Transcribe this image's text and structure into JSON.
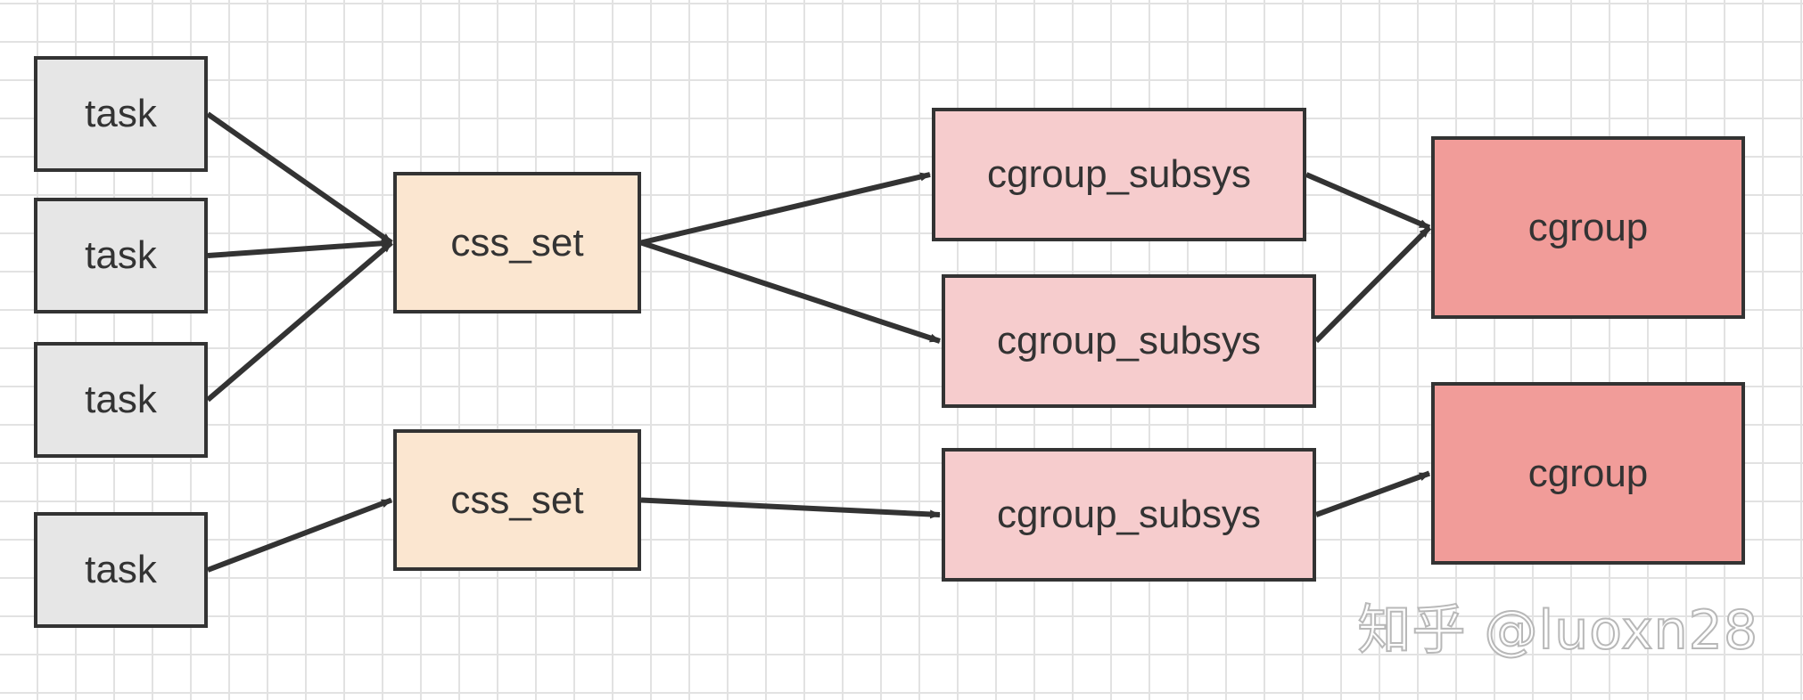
{
  "nodes": {
    "task_1": "task",
    "task_2": "task",
    "task_3": "task",
    "task_4": "task",
    "css_set_1": "css_set",
    "css_set_2": "css_set",
    "cgroup_subsys_1": "cgroup_subsys",
    "cgroup_subsys_2": "cgroup_subsys",
    "cgroup_subsys_3": "cgroup_subsys",
    "cgroup_1": "cgroup",
    "cgroup_2": "cgroup"
  },
  "edges": [
    {
      "from": "task_1",
      "to": "css_set_1"
    },
    {
      "from": "task_2",
      "to": "css_set_1"
    },
    {
      "from": "task_3",
      "to": "css_set_1"
    },
    {
      "from": "task_4",
      "to": "css_set_2"
    },
    {
      "from": "css_set_1",
      "to": "cgroup_subsys_1"
    },
    {
      "from": "css_set_1",
      "to": "cgroup_subsys_2"
    },
    {
      "from": "css_set_2",
      "to": "cgroup_subsys_3"
    },
    {
      "from": "cgroup_subsys_1",
      "to": "cgroup_1"
    },
    {
      "from": "cgroup_subsys_2",
      "to": "cgroup_1"
    },
    {
      "from": "cgroup_subsys_3",
      "to": "cgroup_2"
    }
  ],
  "colors": {
    "task": "#e6e6e6",
    "css_set": "#fbe6d0",
    "cgroup_subsys": "#f6cccd",
    "cgroup": "#f19c99",
    "border": "#333333",
    "grid": "#e2e2e2"
  },
  "watermark": "知乎 @luoxn28"
}
